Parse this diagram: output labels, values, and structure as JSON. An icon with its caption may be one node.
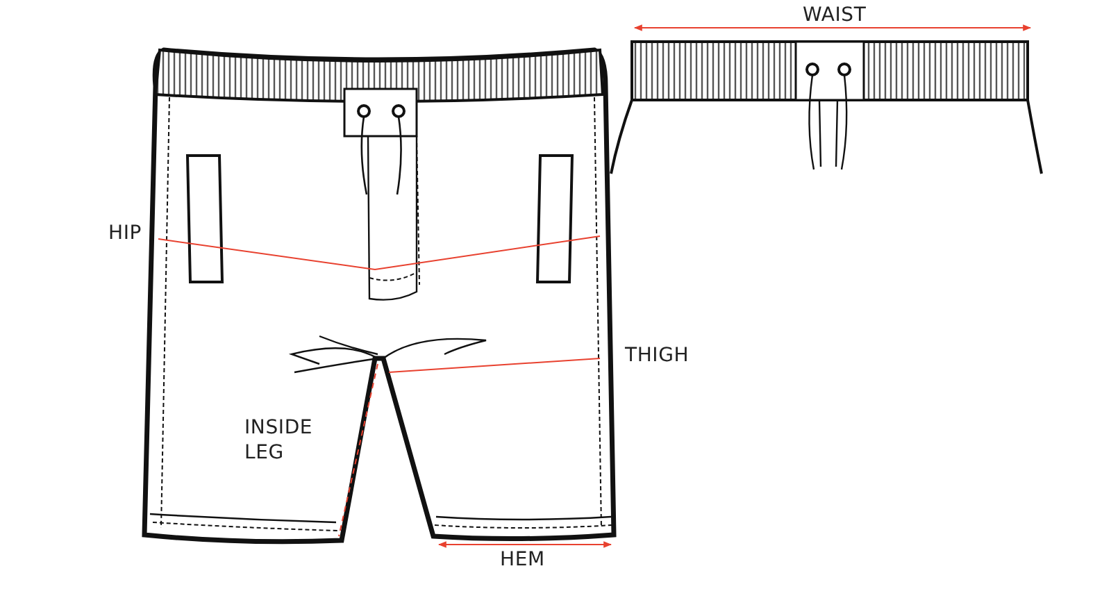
{
  "diagram": {
    "labels": [
      "WAIST",
      "HIP",
      "THIGH",
      "INSIDE LEG",
      "HEM"
    ]
  }
}
